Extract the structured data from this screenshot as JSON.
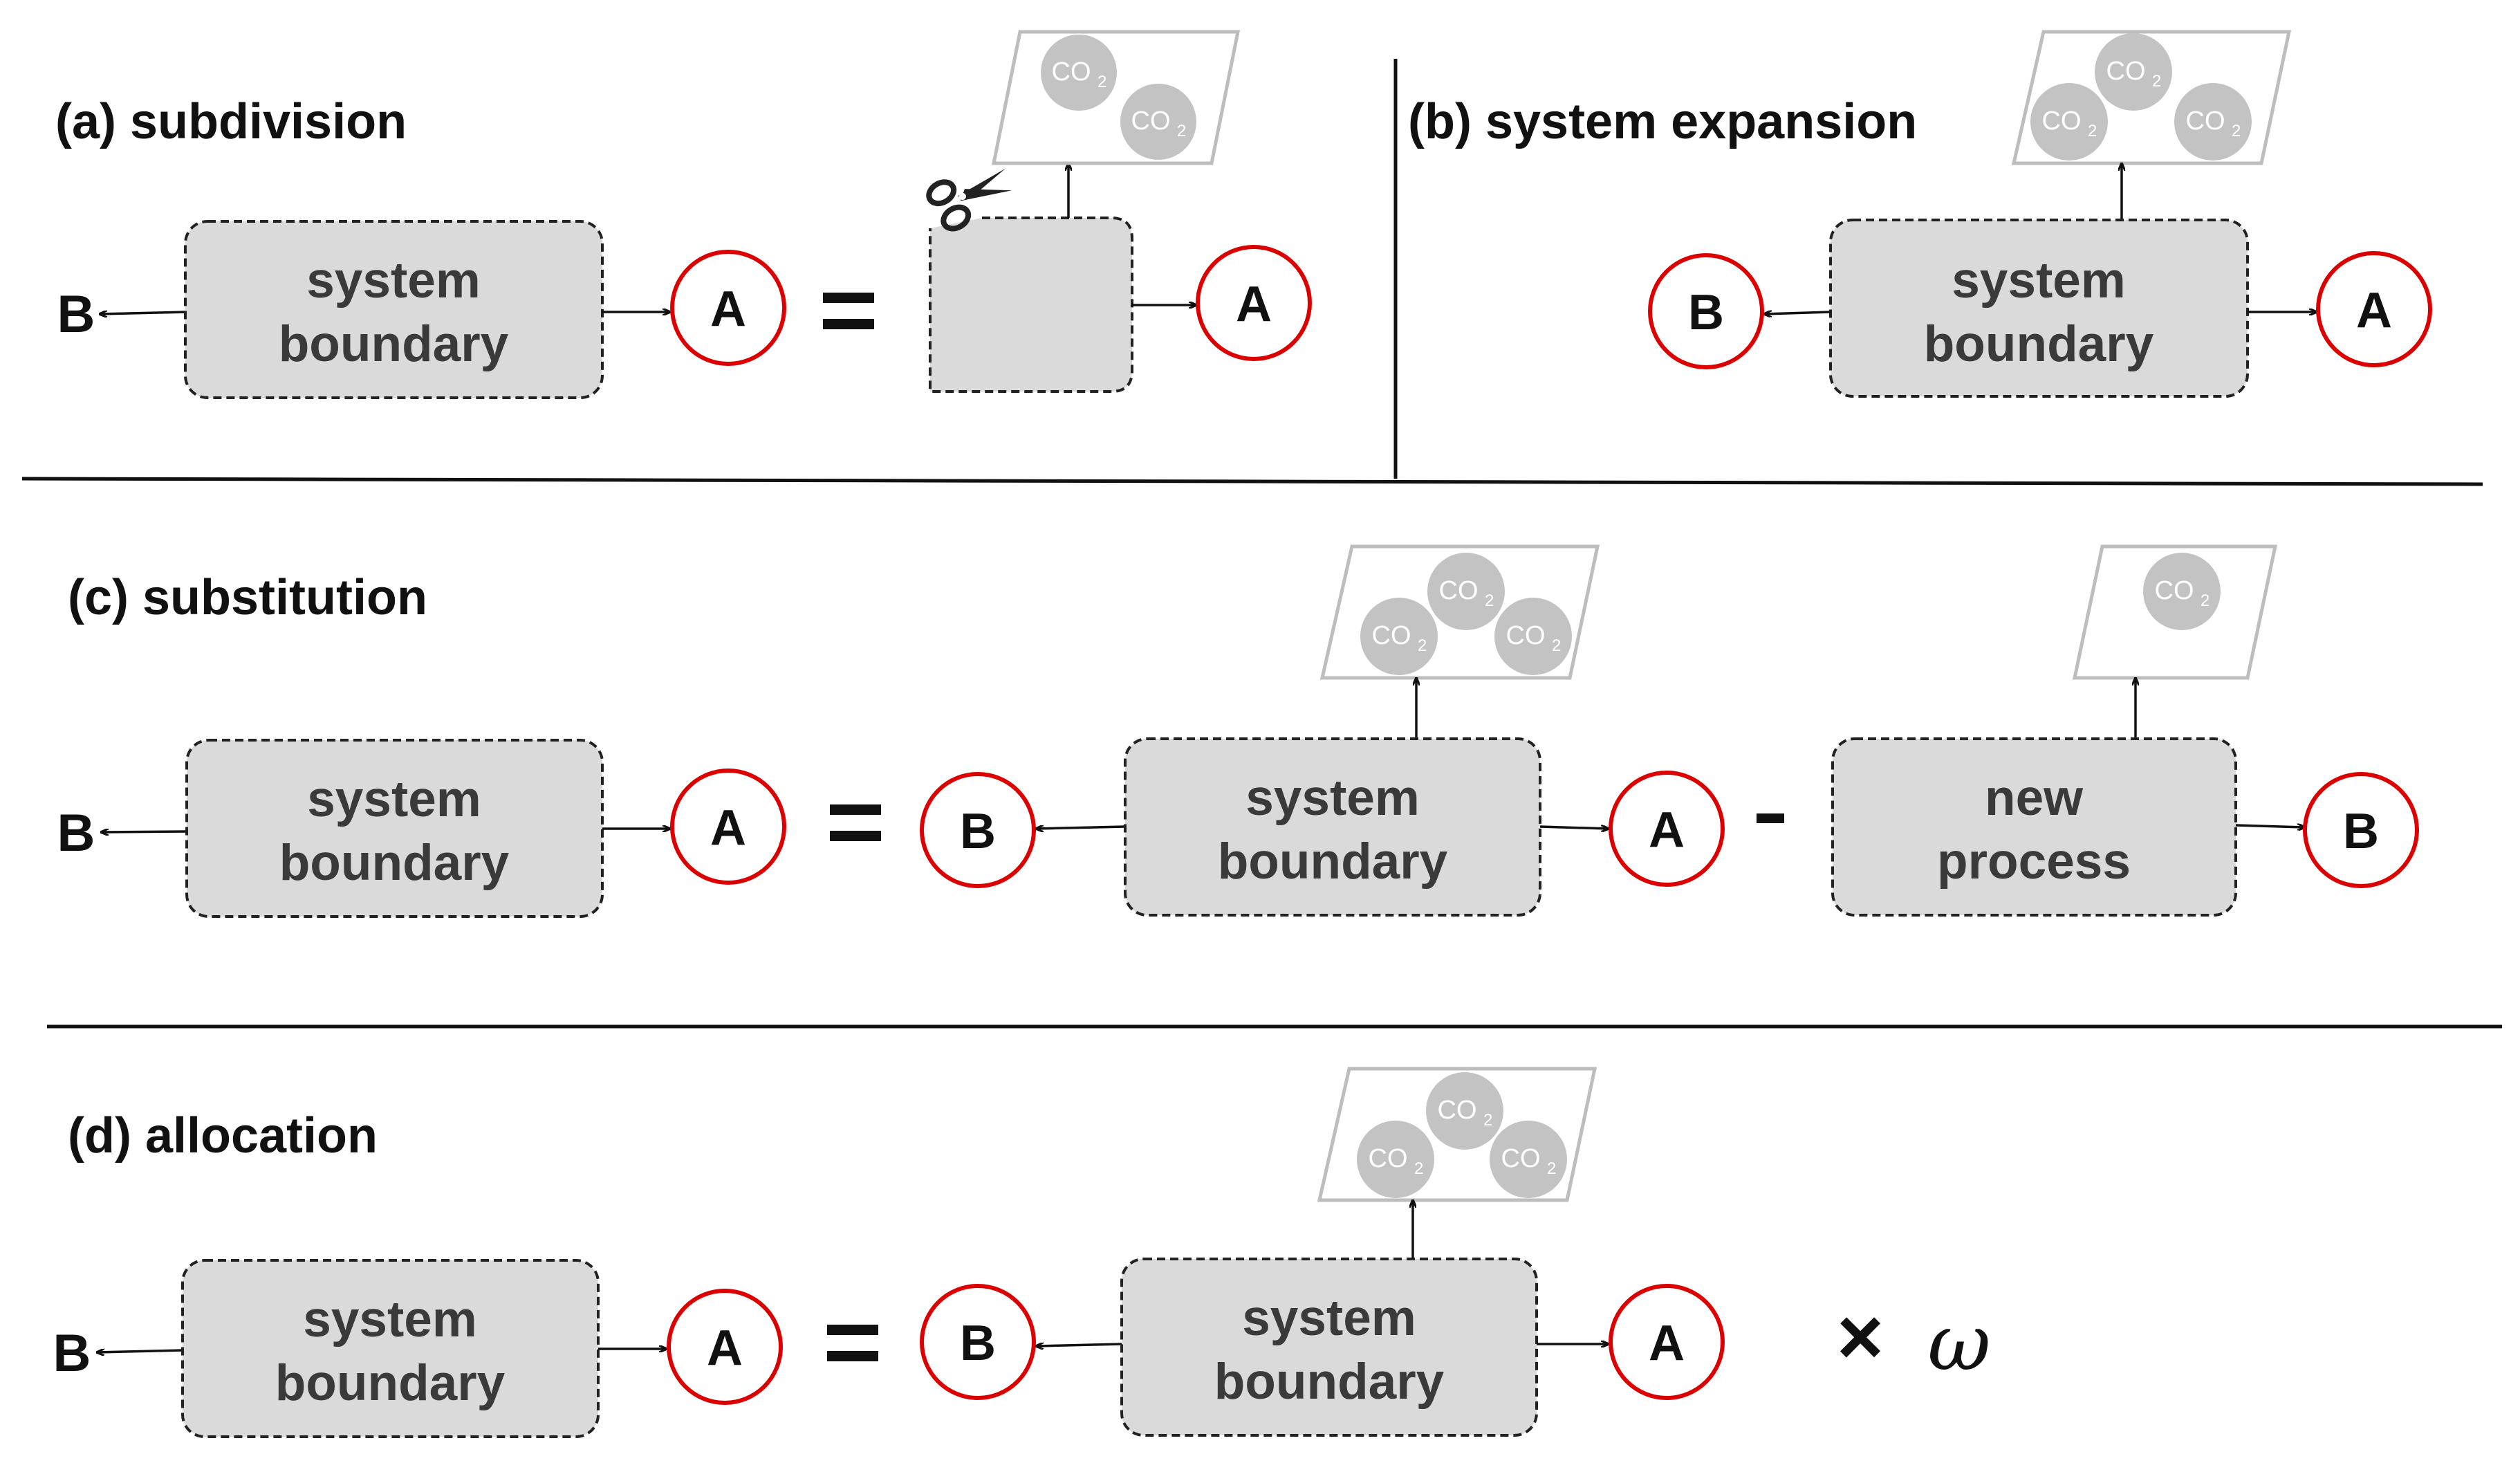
{
  "panels": {
    "a": {
      "title": "(a) subdivision"
    },
    "b": {
      "title": "(b) system expansion"
    },
    "c": {
      "title": "(c) substitution"
    },
    "d": {
      "title": "(d) allocation"
    }
  },
  "labels": {
    "system_line1": "system",
    "system_line2": "boundary",
    "new_line1": "new",
    "new_line2": "process",
    "product_a": "A",
    "product_b": "B",
    "co2": "CO",
    "co2_sub": "2",
    "times": "×",
    "omega": "ω"
  },
  "colors": {
    "product_ring": "#dd0000",
    "process_fill": "#dadada",
    "emission_border": "#bdbdbd",
    "co2_circle": "#c3c3c3"
  }
}
